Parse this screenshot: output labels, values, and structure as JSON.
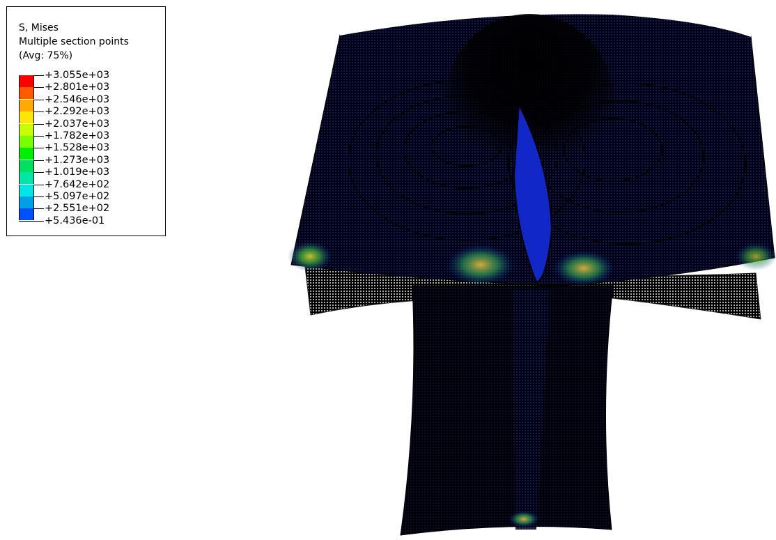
{
  "legend": {
    "lines": [
      "S, Mises",
      "Multiple section points",
      "(Avg: 75%)"
    ],
    "ticks": [
      "+3.055e+03",
      "+2.801e+03",
      "+2.546e+03",
      "+2.292e+03",
      "+2.037e+03",
      "+1.782e+03",
      "+1.528e+03",
      "+1.273e+03",
      "+1.019e+03",
      "+7.642e+02",
      "+5.097e+02",
      "+2.551e+02",
      "+5.436e-01"
    ],
    "band_colors": [
      "#ff0000",
      "#ff5a00",
      "#ffaa00",
      "#ffe600",
      "#c8ff00",
      "#78ff00",
      "#00ee00",
      "#00e060",
      "#00e6a8",
      "#00e6e6",
      "#00a0e6",
      "#0050ff"
    ],
    "title_bars_hint": "none"
  },
  "model": {
    "background": "#ffffff",
    "base_color": "#0b1aa6",
    "dark_color": "#000000",
    "hot_colors": [
      "#2aa8a0",
      "#5aa83c",
      "#c8c832",
      "#e0b43c"
    ],
    "mesh_color": "#ffffff"
  }
}
